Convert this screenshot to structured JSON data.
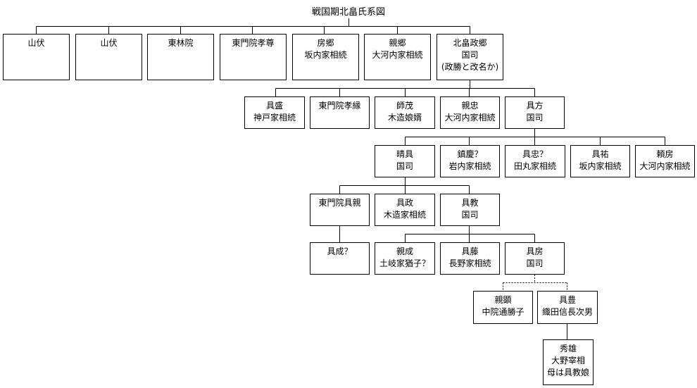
{
  "title": "戦国期北畠氏系図",
  "nodes": {
    "g1_yamabushi_1": [
      "山伏"
    ],
    "g1_yamabushi_2": [
      "山伏"
    ],
    "g1_tourinin": [
      "東林院"
    ],
    "g1_tomonin_takamune": [
      "東門院孝尊"
    ],
    "g1_fusanori": [
      "房郷",
      "坂内家相続"
    ],
    "g1_chikanori": [
      "親郷",
      "大河内家相続"
    ],
    "g1_masanori": [
      "北畠政郷",
      "国司",
      "(政勝と改名か)"
    ],
    "g2_tomomori": [
      "具盛",
      "神戸家相続"
    ],
    "g2_tomonin_takaroku": [
      "東門院孝縁"
    ],
    "g2_moroshige": [
      "師茂",
      "木造娘婿"
    ],
    "g2_chikatada": [
      "親忠",
      "大河内家相続"
    ],
    "g2_tomonori": [
      "具方",
      "国司"
    ],
    "g3_harutomo": [
      "晴具",
      "国司"
    ],
    "g3_shigetomo": [
      "鎮慶？",
      "岩内家相続"
    ],
    "g3_tomotada": [
      "具忠？",
      "田丸家相続"
    ],
    "g3_tomosuke": [
      "具祐",
      "坂内家相続"
    ],
    "g3_yorifusa": [
      "頼房",
      "大河内家相続"
    ],
    "g4_tomonin_tomochika": [
      "東門院具親"
    ],
    "g4_tomomasa": [
      "具政",
      "木造家相続"
    ],
    "g4_tomonori": [
      "具教",
      "国司"
    ],
    "g5_tomonari": [
      "具成？"
    ],
    "g5_chikanari": [
      "親成",
      "土岐家猶子？"
    ],
    "g5_tomofuji": [
      "具藤",
      "長野家相続"
    ],
    "g5_tomofusa": [
      "具房",
      "国司"
    ],
    "g6_chikaaki": [
      "親顕",
      "中院通勝子"
    ],
    "g6_tomotoyo": [
      "具豊",
      "織田信長次男"
    ],
    "g7_katsuo": [
      "秀雄",
      "大野宰相",
      "母は具教娘"
    ]
  }
}
